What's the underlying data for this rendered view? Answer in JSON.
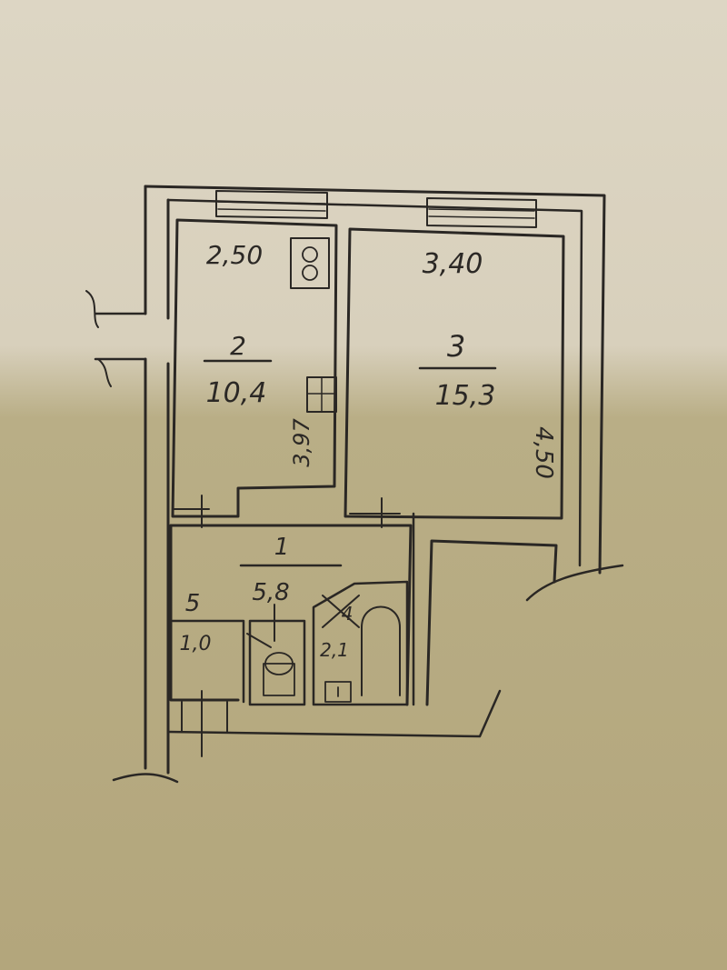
{
  "colors": {
    "paper_light": "#ddd6c4",
    "paper_dark": "#b3a67c",
    "ink": "#2a2724"
  },
  "rooms": [
    {
      "number": "1",
      "area": "5,8"
    },
    {
      "number": "2",
      "area": "10,4"
    },
    {
      "number": "3",
      "area": "15,3"
    },
    {
      "number": "4",
      "area": "2,1"
    },
    {
      "number": "5",
      "area": "1,0"
    }
  ],
  "dimensions": {
    "kitchen_width": "2,50",
    "kitchen_depth": "3,97",
    "room_width": "3,40",
    "room_depth": "4,50"
  },
  "fixtures": [
    "stove-icon",
    "sink-icon",
    "toilet-icon",
    "bathtub-icon",
    "washbasin-icon"
  ]
}
